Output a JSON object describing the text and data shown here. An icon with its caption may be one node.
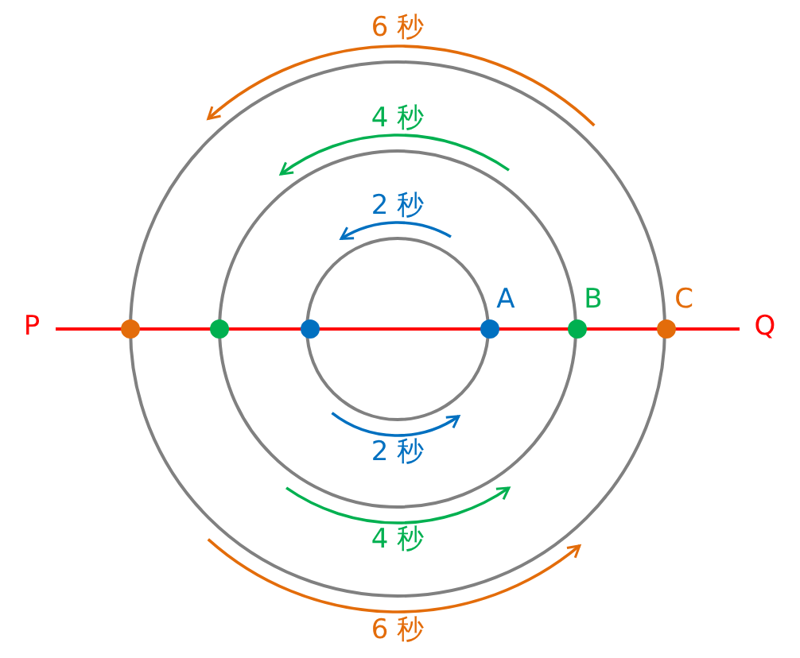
{
  "diagram": {
    "labels": [
      "6 秒",
      "4 秒",
      "2 秒",
      "P",
      "A",
      "B",
      "C",
      "Q",
      "2 秒",
      "4 秒",
      "6 秒"
    ]
  }
}
